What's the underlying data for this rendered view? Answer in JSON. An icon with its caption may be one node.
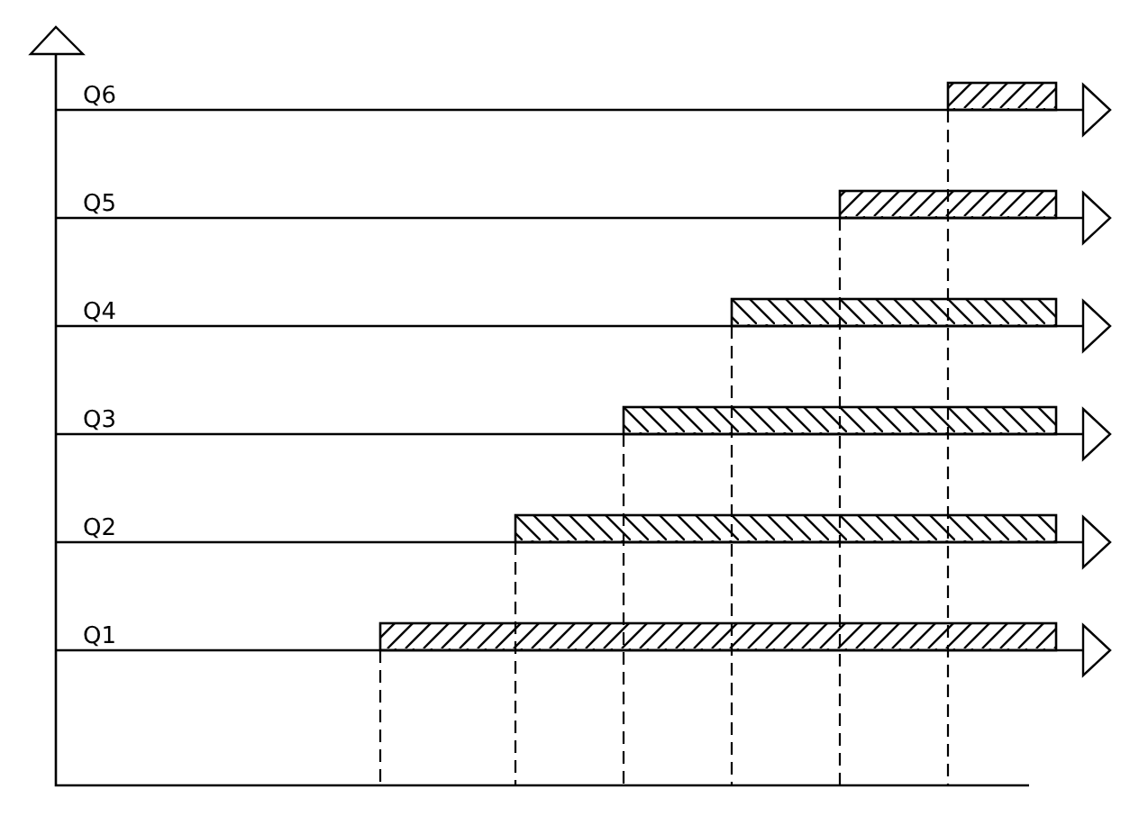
{
  "diagram": {
    "nodes": [
      {
        "text": [],
        "shape": "bar"
      },
      {
        "text": [],
        "shape": "bar"
      },
      {
        "text": [],
        "shape": "bar"
      },
      {
        "text": [],
        "shape": "bar"
      },
      {
        "text": [],
        "shape": "bar"
      },
      {
        "text": [],
        "shape": "bar"
      }
    ],
    "labels": [
      "Q6",
      "Q5",
      "Q4",
      "Q3",
      "Q2",
      "Q1"
    ]
  }
}
